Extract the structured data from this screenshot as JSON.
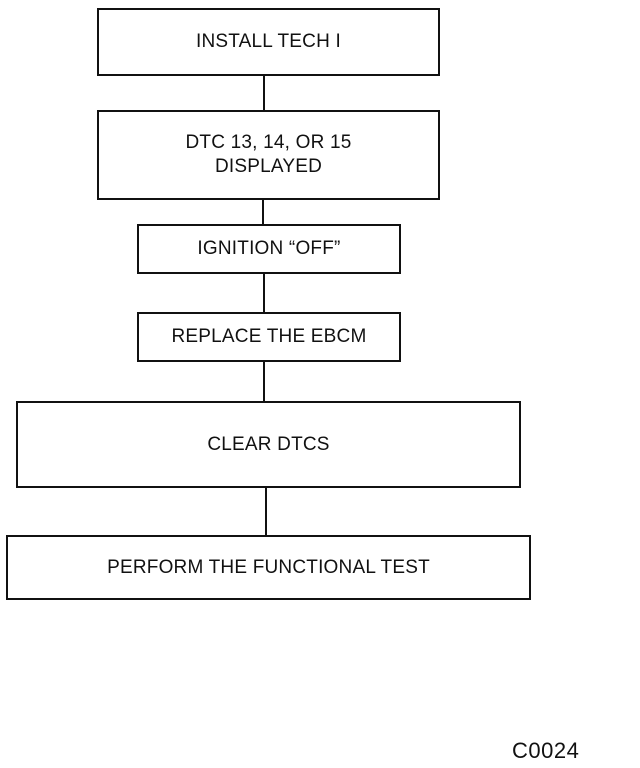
{
  "flowchart": {
    "steps": [
      {
        "lines": [
          "INSTALL TECH I"
        ]
      },
      {
        "lines": [
          "DTC 13, 14, OR 15",
          "DISPLAYED"
        ]
      },
      {
        "lines": [
          "IGNITION “OFF”"
        ]
      },
      {
        "lines": [
          "REPLACE THE EBCM"
        ]
      },
      {
        "lines": [
          "CLEAR DTCS"
        ]
      },
      {
        "lines": [
          "PERFORM THE FUNCTIONAL TEST"
        ]
      }
    ]
  },
  "figure_code": "C0024"
}
